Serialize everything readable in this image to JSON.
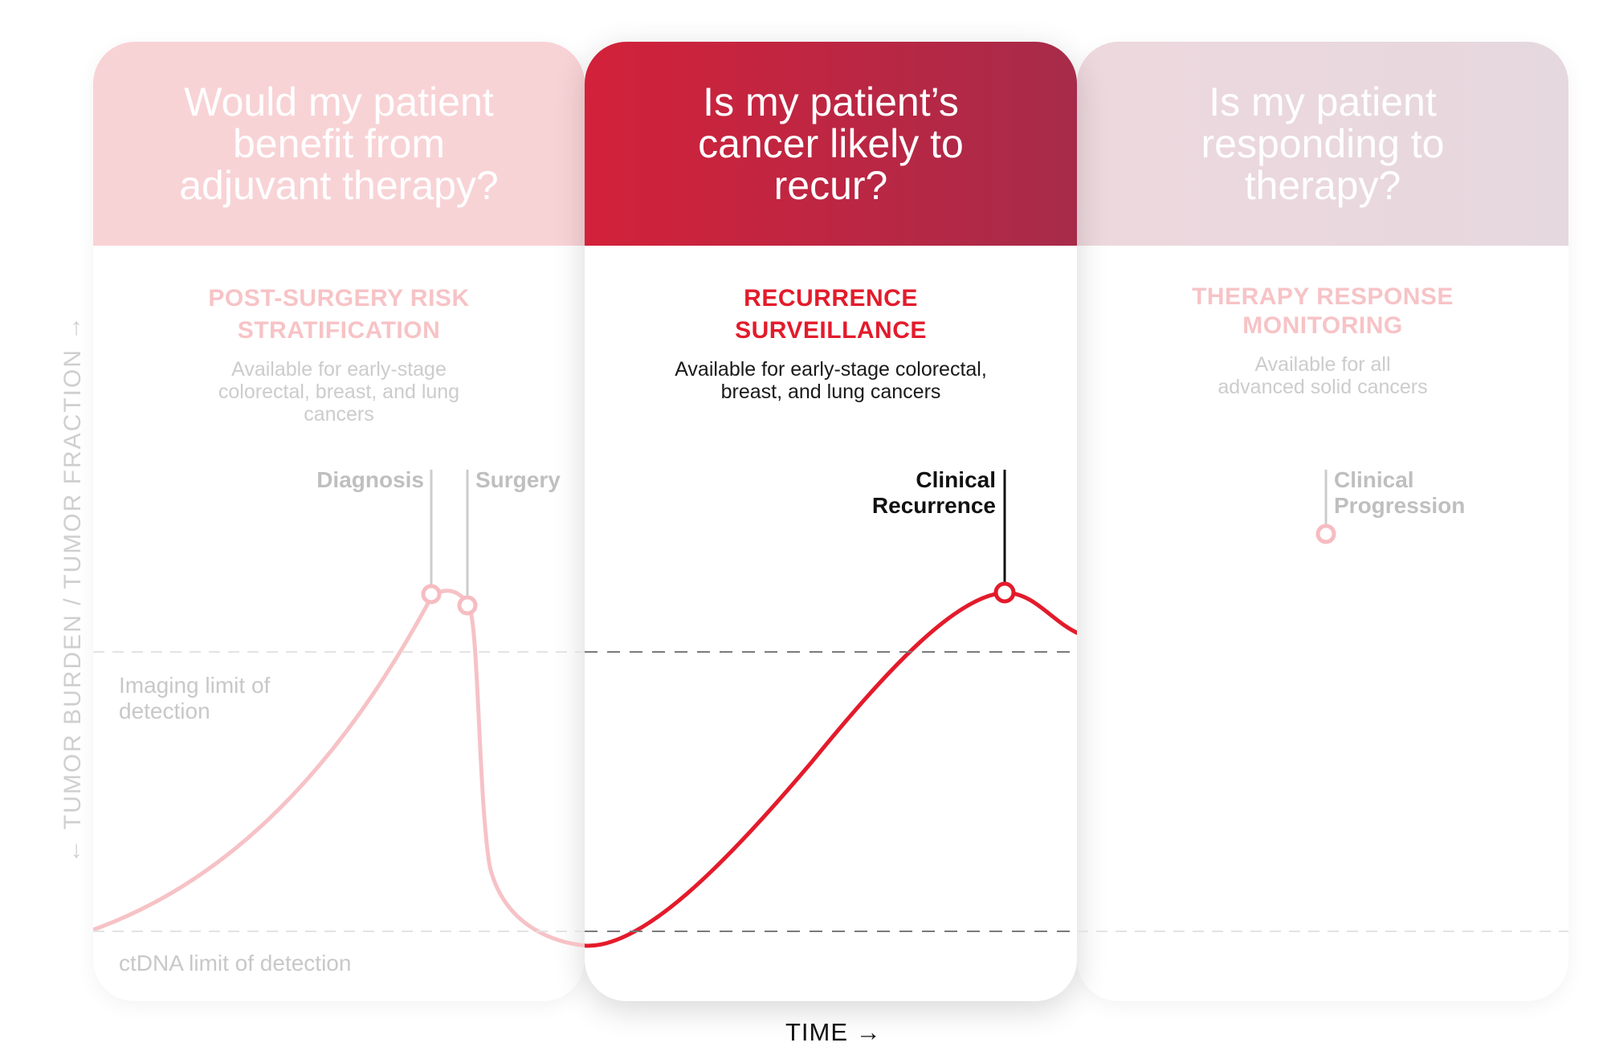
{
  "panels": {
    "left": {
      "question": "Would my patient benefit from adjuvant therapy?",
      "title": "POST-SURGERY RISK STRATIFICATION",
      "availability": "Available for early-stage colorectal, breast, and lung cancers"
    },
    "middle": {
      "question": "Is my patient’s cancer likely to recur?",
      "title": "RECURRENCE SURVEILLANCE",
      "availability": "Available for early-stage colorectal, breast, and lung cancers"
    },
    "right": {
      "question": "Is my patient responding to therapy?",
      "title": "THERAPY RESPONSE MONITORING",
      "availability": "Available for all advanced solid cancers"
    }
  },
  "events": {
    "diagnosis": "Diagnosis",
    "surgery": "Surgery",
    "clinical_recurrence": "Clinical Recurrence",
    "clinical_progression": "Clinical Progression"
  },
  "thresholds": {
    "imaging": "Imaging limit of detection",
    "ctdna": "ctDNA limit of detection"
  },
  "axes": {
    "y": "← TUMOR BURDEN / TUMOR FRACTION →",
    "x": "TIME →"
  },
  "colors": {
    "accent_red": "#e31b2b",
    "pale_pink": "#f8d3d6",
    "mid_header_start": "#d3213a",
    "mid_header_end": "#a72b4a"
  }
}
